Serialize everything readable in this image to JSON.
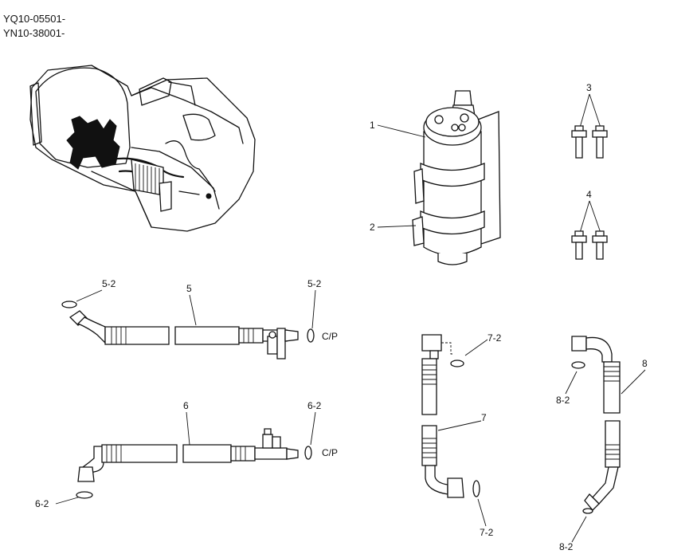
{
  "header": {
    "serial_1": "YQ10-05501-",
    "serial_2": "YN10-38001-"
  },
  "callouts": {
    "p1": "1",
    "p2": "2",
    "p3": "3",
    "p4": "4",
    "p5": "5",
    "p5_2_left": "5-2",
    "p5_2_right": "5-2",
    "p5_cp": "C/P",
    "p6": "6",
    "p6_2_top": "6-2",
    "p6_2_bottom": "6-2",
    "p6_cp": "C/P",
    "p7": "7",
    "p7_2_top": "7-2",
    "p7_2_bottom": "7-2",
    "p8": "8",
    "p8_2_top": "8-2",
    "p8_2_bottom": "8-2"
  }
}
